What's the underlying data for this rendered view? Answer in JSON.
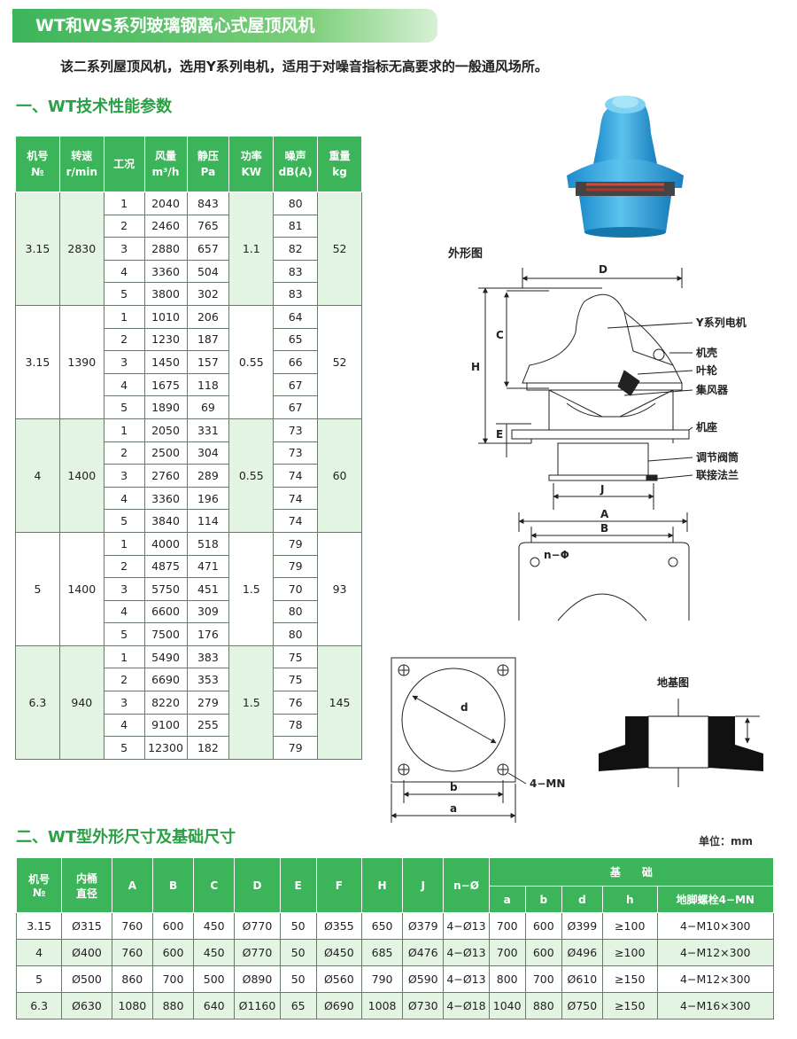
{
  "title": "WT和WS系列玻璃钢离心式屋顶风机",
  "intro": "该二系列屋顶风机，选用Y系列电机，适用于对噪音指标无高要求的一般通风场所。",
  "section1_title": "一、WT技术性能参数",
  "section2_title": "二、WT型外形尺寸及基础尺寸",
  "unit_note": "单位：mm",
  "colors": {
    "green": "#3cb55a",
    "light_green": "#e3f4e3",
    "fan_blue": "#2aa3d8"
  },
  "table1": {
    "headers": [
      {
        "l1": "机号",
        "l2": "№"
      },
      {
        "l1": "转速",
        "l2": "r/min"
      },
      {
        "l1": "工况",
        "l2": ""
      },
      {
        "l1": "风量",
        "l2": "m³/h"
      },
      {
        "l1": "静压",
        "l2": "Pa"
      },
      {
        "l1": "功率",
        "l2": "KW"
      },
      {
        "l1": "噪声",
        "l2": "dB(A)"
      },
      {
        "l1": "重量",
        "l2": "kg"
      }
    ],
    "groups": [
      {
        "no": "3.15",
        "speed": "2830",
        "power": "1.1",
        "weight": "52",
        "rows": [
          [
            "1",
            "2040",
            "843",
            "80"
          ],
          [
            "2",
            "2460",
            "765",
            "81"
          ],
          [
            "3",
            "2880",
            "657",
            "82"
          ],
          [
            "4",
            "3360",
            "504",
            "83"
          ],
          [
            "5",
            "3800",
            "302",
            "83"
          ]
        ]
      },
      {
        "no": "3.15",
        "speed": "1390",
        "power": "0.55",
        "weight": "52",
        "rows": [
          [
            "1",
            "1010",
            "206",
            "64"
          ],
          [
            "2",
            "1230",
            "187",
            "65"
          ],
          [
            "3",
            "1450",
            "157",
            "66"
          ],
          [
            "4",
            "1675",
            "118",
            "67"
          ],
          [
            "5",
            "1890",
            "69",
            "67"
          ]
        ]
      },
      {
        "no": "4",
        "speed": "1400",
        "power": "0.55",
        "weight": "60",
        "rows": [
          [
            "1",
            "2050",
            "331",
            "73"
          ],
          [
            "2",
            "2500",
            "304",
            "73"
          ],
          [
            "3",
            "2760",
            "289",
            "74"
          ],
          [
            "4",
            "3360",
            "196",
            "74"
          ],
          [
            "5",
            "3840",
            "114",
            "74"
          ]
        ]
      },
      {
        "no": "5",
        "speed": "1400",
        "power": "1.5",
        "weight": "93",
        "rows": [
          [
            "1",
            "4000",
            "518",
            "79"
          ],
          [
            "2",
            "4875",
            "471",
            "79"
          ],
          [
            "3",
            "5750",
            "451",
            "70"
          ],
          [
            "4",
            "6600",
            "309",
            "80"
          ],
          [
            "5",
            "7500",
            "176",
            "80"
          ]
        ]
      },
      {
        "no": "6.3",
        "speed": "940",
        "power": "1.5",
        "weight": "145",
        "rows": [
          [
            "1",
            "5490",
            "383",
            "75"
          ],
          [
            "2",
            "6690",
            "353",
            "75"
          ],
          [
            "3",
            "8220",
            "279",
            "76"
          ],
          [
            "4",
            "9100",
            "255",
            "78"
          ],
          [
            "5",
            "12300",
            "182",
            "79"
          ]
        ]
      }
    ]
  },
  "diagram": {
    "outline_title": "外形图",
    "labels": {
      "motor": "Y系列电机",
      "casing": "机壳",
      "impeller": "叶轮",
      "collector": "集风器",
      "base": "机座",
      "damper": "调节阀筒",
      "flange": "联接法兰"
    },
    "dims": {
      "D": "D",
      "C": "C",
      "H": "H",
      "E": "E",
      "J": "J",
      "A": "A",
      "B": "B",
      "nphi": "n−Φ",
      "d": "d",
      "b": "b",
      "a": "a",
      "mn": "4−MN"
    },
    "foundation_title": "地基图"
  },
  "table2": {
    "headers": {
      "no_l1": "机号",
      "no_l2": "№",
      "bore_l1": "内桶",
      "bore_l2": "直径",
      "A": "A",
      "B": "B",
      "C": "C",
      "D": "D",
      "E": "E",
      "F": "F",
      "H": "H",
      "J": "J",
      "nphi": "n−Ø",
      "foundation": "基　　础",
      "a": "a",
      "b": "b",
      "d": "d",
      "h": "h",
      "bolt": "地脚螺栓4−MN"
    },
    "rows": [
      [
        "3.15",
        "Ø315",
        "760",
        "600",
        "450",
        "Ø770",
        "50",
        "Ø355",
        "650",
        "Ø379",
        "4−Ø13",
        "700",
        "600",
        "Ø399",
        "≥100",
        "4−M10×300"
      ],
      [
        "4",
        "Ø400",
        "760",
        "600",
        "450",
        "Ø770",
        "50",
        "Ø450",
        "685",
        "Ø476",
        "4−Ø13",
        "700",
        "600",
        "Ø496",
        "≥100",
        "4−M12×300"
      ],
      [
        "5",
        "Ø500",
        "860",
        "700",
        "500",
        "Ø890",
        "50",
        "Ø560",
        "790",
        "Ø590",
        "4−Ø13",
        "800",
        "700",
        "Ø610",
        "≥150",
        "4−M12×300"
      ],
      [
        "6.3",
        "Ø630",
        "1080",
        "880",
        "640",
        "Ø1160",
        "65",
        "Ø690",
        "1008",
        "Ø730",
        "4−Ø18",
        "1040",
        "880",
        "Ø750",
        "≥150",
        "4−M16×300"
      ]
    ]
  }
}
